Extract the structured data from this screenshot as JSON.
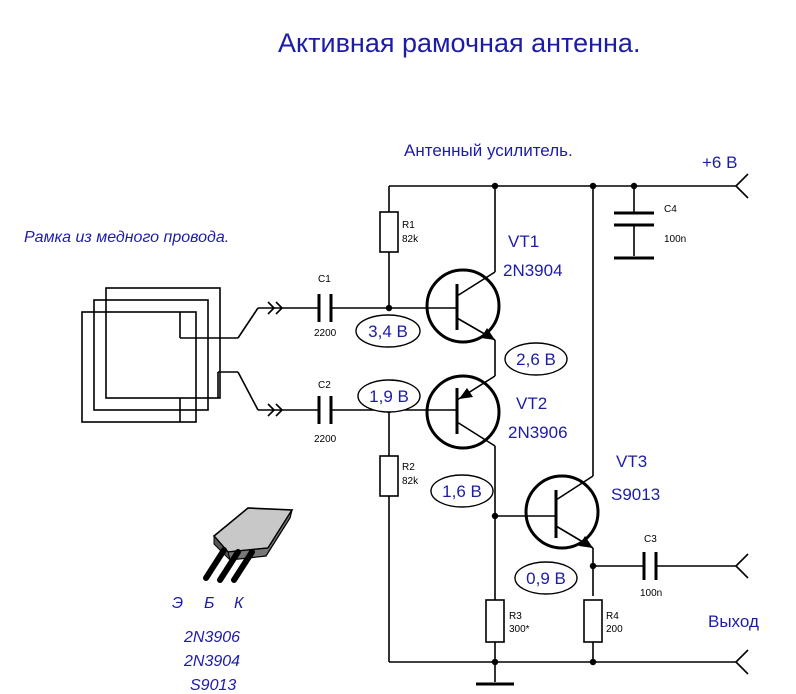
{
  "title": "Активная рамочная антенна.",
  "amplifier_label": "Антенный усилитель.",
  "supply_label": "+6 В",
  "loop_label": "Рамка из медного провода.",
  "output_label": "Выход",
  "transistors": [
    {
      "name": "VT1",
      "type": "2N3904"
    },
    {
      "name": "VT2",
      "type": "2N3906"
    },
    {
      "name": "VT3",
      "type": "S9013"
    }
  ],
  "resistors": [
    {
      "name": "R1",
      "value": "82k"
    },
    {
      "name": "R2",
      "value": "82k"
    },
    {
      "name": "R3",
      "value": "300*"
    },
    {
      "name": "R4",
      "value": "200"
    }
  ],
  "capacitors": [
    {
      "name": "C1",
      "value": "2200"
    },
    {
      "name": "C2",
      "value": "2200"
    },
    {
      "name": "C3",
      "value": "100n"
    },
    {
      "name": "C4",
      "value": "100n"
    }
  ],
  "voltages": {
    "vt1_base": "3,4 В",
    "vt1_emitter": "2,6 В",
    "vt2_base": "1,9 В",
    "vt3_base": "1,6 В",
    "vt3_emitter": "0,9 В"
  },
  "pinout": {
    "pins": [
      "Э",
      "Б",
      "К"
    ],
    "parts": [
      "2N3906",
      "2N3904",
      "S9013"
    ]
  }
}
